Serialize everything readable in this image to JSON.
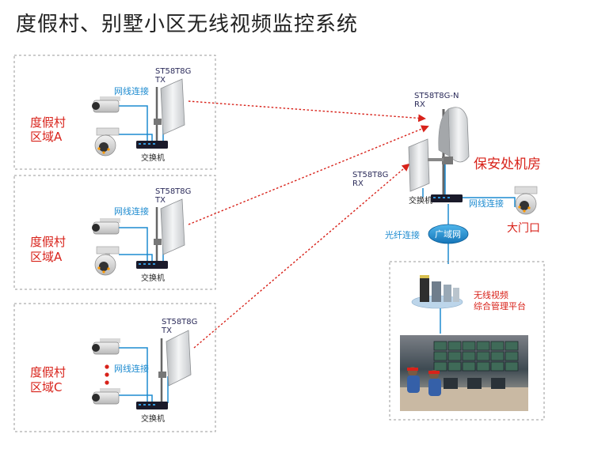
{
  "title": "度假村、别墅小区无线视频监控系统",
  "zones": [
    {
      "label_line1": "度假村",
      "label_line2": "区域A",
      "device_model": "ST58T8G",
      "device_mode": "TX",
      "link_label": "网线连接",
      "switch_label": "交换机"
    },
    {
      "label_line1": "度假村",
      "label_line2": "区域A",
      "device_model": "ST58T8G",
      "device_mode": "TX",
      "link_label": "网线连接",
      "switch_label": "交换机"
    },
    {
      "label_line1": "度假村",
      "label_line2": "区域C",
      "device_model": "ST58T8G",
      "device_mode": "TX",
      "link_label": "网线连接",
      "switch_label": "交换机"
    }
  ],
  "center": {
    "rx_n_model": "ST58T8G-N",
    "rx_n_mode": "RX",
    "rx_model": "ST58T8G",
    "rx_mode": "RX",
    "security_room": "保安处机房",
    "switch_label": "交换机",
    "link_label": "网线连接",
    "gate_label": "大门口",
    "fiber_label": "光纤连接",
    "wan_label": "广域网",
    "platform_line1": "无线视频",
    "platform_line2": "综合管理平台"
  },
  "colors": {
    "accent_red": "#d8221a",
    "link_blue": "#1d8bd0",
    "model_text": "#2b2b5a",
    "box_border": "#9a9a9a"
  }
}
